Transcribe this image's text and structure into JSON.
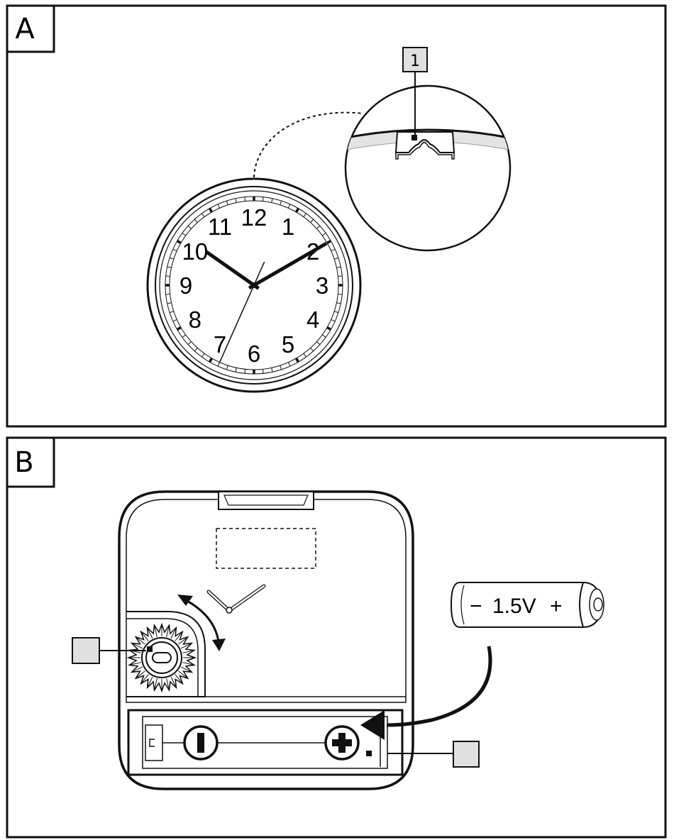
{
  "panels": [
    {
      "label": "A"
    },
    {
      "label": "B"
    }
  ],
  "clock_face": {
    "numerals": [
      "12",
      "1",
      "2",
      "3",
      "4",
      "5",
      "6",
      "7",
      "8",
      "9",
      "10",
      "11"
    ],
    "time": {
      "hour": 10,
      "minute": 10,
      "second": 34
    }
  },
  "callouts": {
    "hanger_label": "1",
    "knob_label": "",
    "battery_compartment_label": ""
  },
  "battery": {
    "minus": "−",
    "voltage": "1.5V",
    "plus": "+"
  }
}
